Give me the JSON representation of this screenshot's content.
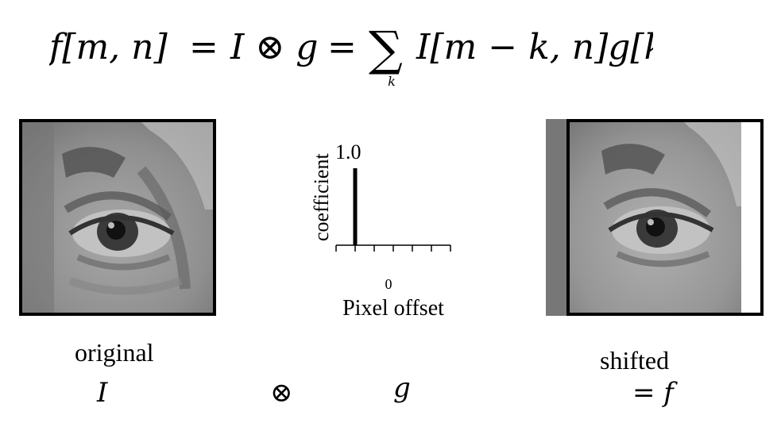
{
  "equation": {
    "lhs": "f[m, n]",
    "eq1": "=",
    "conv_op": "I ⊗ g",
    "eq2": "=",
    "sum_symbol": "∑",
    "sum_index": "k",
    "rhs": "I[m − k, n]g[k]"
  },
  "panels": {
    "original_label": "original",
    "original_symbol": "I",
    "shifted_label": "shifted",
    "shifted_symbol": "= f",
    "conv_symbol": "⊗",
    "kernel_symbol": "g"
  },
  "chart_data": {
    "type": "bar",
    "ylabel": "coefficient",
    "xlabel": "Pixel offset",
    "x_tick_labels": [
      "0"
    ],
    "y_value_label": "1.0",
    "x": [
      -2
    ],
    "values": [
      1.0
    ],
    "xlim": [
      -3,
      3
    ],
    "ylim": [
      0,
      1.0
    ],
    "grid": false
  }
}
